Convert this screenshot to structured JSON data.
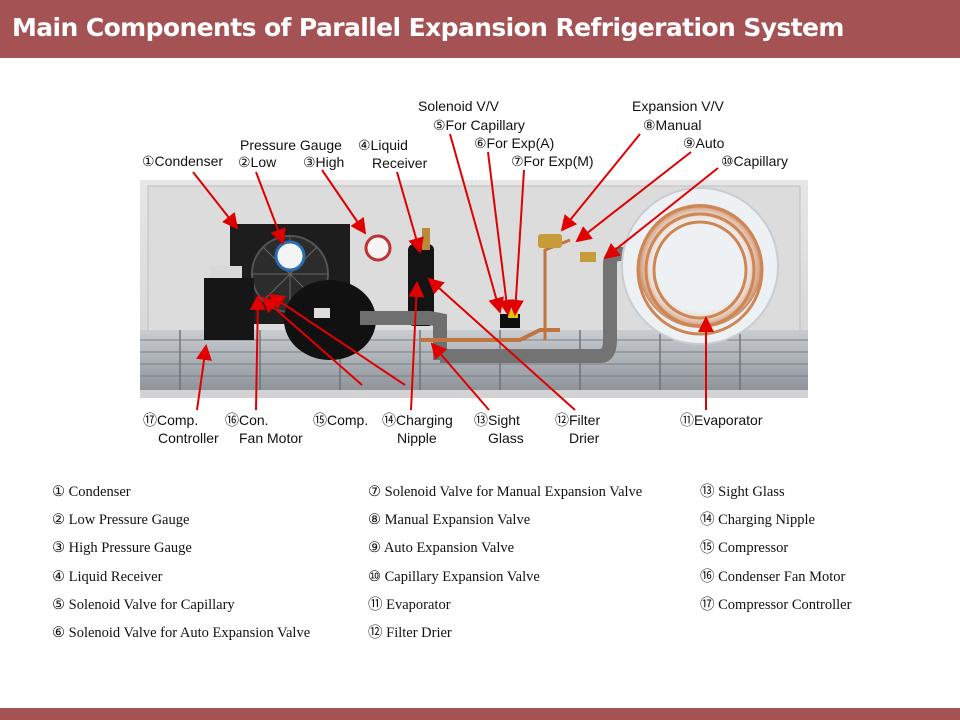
{
  "header": {
    "title": "Main Components of Parallel Expansion Refrigeration System"
  },
  "colors": {
    "title_bar": "#a55255",
    "arrow": "#e00000"
  },
  "photo_labels": {
    "condenser": "①Condenser",
    "pressure_gauge": "Pressure Gauge",
    "low": "②Low",
    "high": "③High",
    "liquid_receiver_1": "④Liquid",
    "liquid_receiver_2": "Receiver",
    "solenoid_vv": "Solenoid V/V",
    "for_capillary": "⑤For Capillary",
    "for_exp_a": "⑥For Exp(A)",
    "for_exp_m": "⑦For Exp(M)",
    "expansion_vv": "Expansion V/V",
    "manual": "⑧Manual",
    "auto": "⑨Auto",
    "capillary": "⑩Capillary",
    "comp_controller_1": "⑰Comp.",
    "comp_controller_2": "Controller",
    "con_fan_motor_1": "⑯Con.",
    "con_fan_motor_2": "Fan Motor",
    "comp": "⑮Comp.",
    "charging_nipple_1": "⑭Charging",
    "charging_nipple_2": "Nipple",
    "sight_glass_1": "⑬Sight",
    "sight_glass_2": "Glass",
    "filter_drier_1": "⑫Filter",
    "filter_drier_2": "Drier",
    "evaporator": "⑪Evaporator"
  },
  "legend": {
    "col1": [
      "① Condenser",
      "② Low Pressure Gauge",
      "③ High Pressure Gauge",
      "④ Liquid Receiver",
      "⑤ Solenoid Valve for Capillary",
      "⑥ Solenoid Valve for Auto Expansion Valve"
    ],
    "col2": [
      "⑦ Solenoid Valve for Manual Expansion Valve",
      "⑧ Manual Expansion Valve",
      "⑨ Auto Expansion Valve",
      "⑩ Capillary Expansion Valve",
      "⑪ Evaporator",
      "⑫ Filter Drier"
    ],
    "col3": [
      "⑬ Sight Glass",
      "⑭ Charging Nipple",
      "⑮ Compressor",
      "⑯ Condenser Fan Motor",
      "⑰ Compressor Controller"
    ]
  }
}
